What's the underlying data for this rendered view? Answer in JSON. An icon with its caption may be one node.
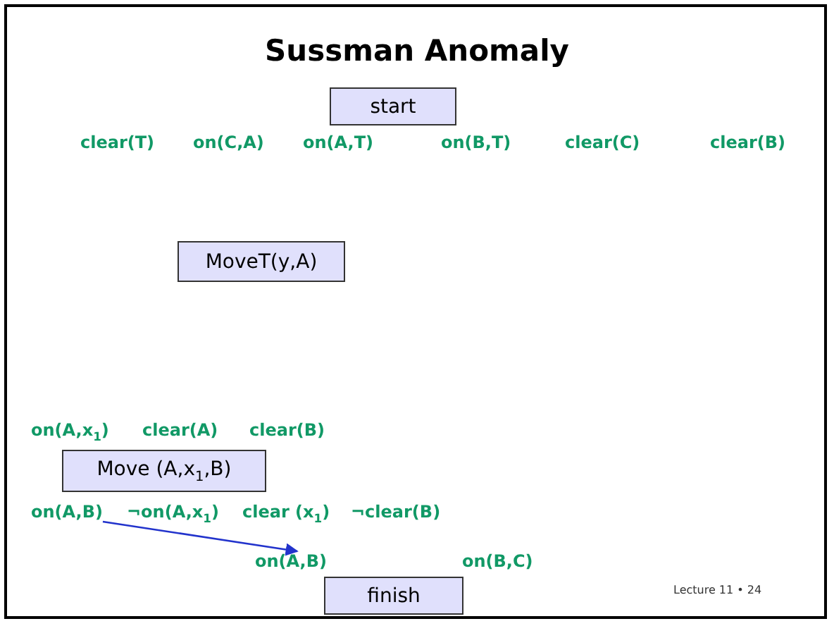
{
  "diagram": {
    "title": "Sussman Anomaly",
    "nodes": [
      {
        "text": [
          "start"
        ]
      },
      {
        "text": [
          "MoveT(y,A)"
        ]
      },
      {
        "text": [
          "Move (A,x$_{1}$,B)"
        ]
      },
      {
        "text": [
          "on(A,B)"
        ]
      },
      {
        "text": [
          "on(A,B)"
        ]
      },
      {
        "text": [
          "finish"
        ]
      }
    ],
    "edges": [
      {
        "from": 3,
        "to": 4,
        "arrow": "to"
      }
    ],
    "labels": [
      "clear(T)",
      "on(C,A)",
      "on(A,T)",
      "on(B,T)",
      "clear(C)",
      "clear(B)",
      "on(A,x$_{1}$)",
      "clear(A)",
      "clear(B)",
      "¬on(A,x$_{1}$)",
      "clear (x$_{1}$)",
      "¬clear(B)",
      "on(B,C)",
      "Lecture 11 • 24"
    ]
  }
}
